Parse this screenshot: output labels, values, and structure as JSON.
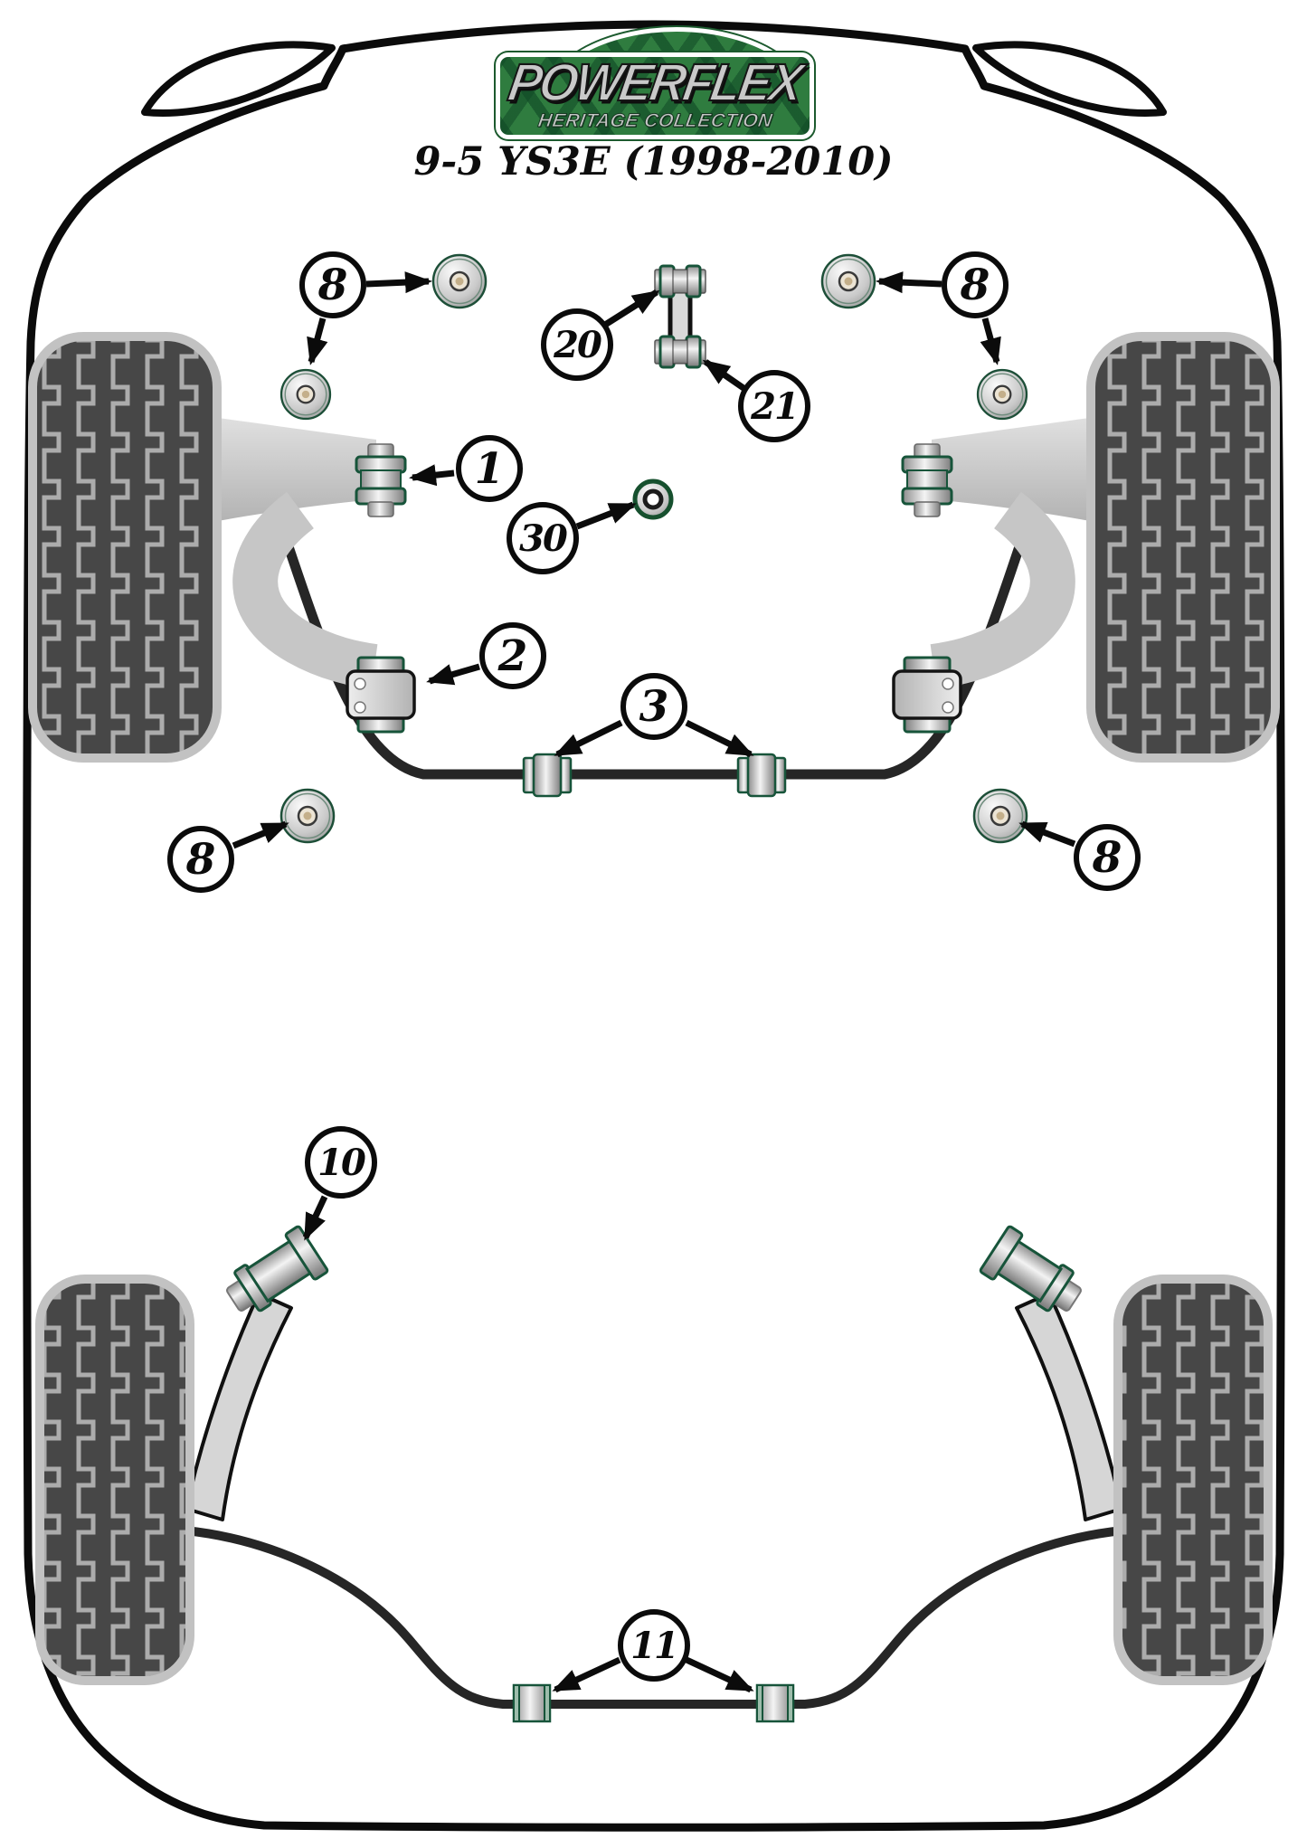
{
  "header": {
    "logo": {
      "brand": "POWERFLEX",
      "collection": "HERITAGE COLLECTION"
    },
    "model_title": "9-5 YS3E (1998-2010)"
  },
  "diagram": {
    "description_note": "",
    "callouts": [
      {
        "id": "8-front-left",
        "label": "8"
      },
      {
        "id": "20",
        "label": "20"
      },
      {
        "id": "21",
        "label": "21"
      },
      {
        "id": "8-front-right",
        "label": "8"
      },
      {
        "id": "1",
        "label": "1"
      },
      {
        "id": "30",
        "label": "30"
      },
      {
        "id": "2",
        "label": "2"
      },
      {
        "id": "3",
        "label": "3"
      },
      {
        "id": "8-rear-left",
        "label": "8"
      },
      {
        "id": "8-rear-right",
        "label": "8"
      },
      {
        "id": "10",
        "label": "10"
      },
      {
        "id": "11",
        "label": "11"
      }
    ],
    "colors": {
      "powerflex_green": "#2f7c3f",
      "dark_green_rim": "#17543a",
      "silver": "#c9c9c9",
      "outline_black": "#0b0b0b"
    }
  }
}
